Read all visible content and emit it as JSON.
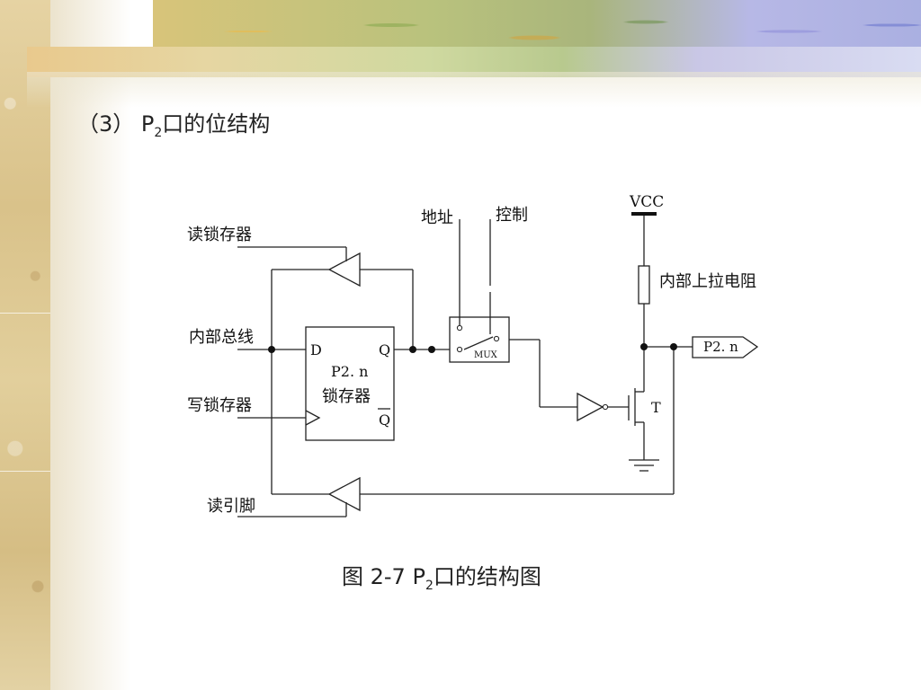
{
  "heading": {
    "prefix": "（3）  P",
    "sub": "2",
    "suffix": "口的位结构"
  },
  "caption": {
    "prefix": "图 2-7  P",
    "sub": "2",
    "suffix": "口的结构图"
  },
  "diagram": {
    "labels": {
      "read_latch": "读锁存器",
      "internal_bus": "内部总线",
      "write_latch": "写锁存器",
      "read_pin": "读引脚",
      "address": "地址",
      "control": "控制",
      "vcc": "VCC",
      "pullup": "内部上拉电阻",
      "output_pin": "P2. n",
      "latch_name": "P2. n",
      "latch_desc": "锁存器",
      "d": "D",
      "q": "Q",
      "qbar": "Q",
      "mux": "MUX",
      "transistor": "T"
    }
  }
}
